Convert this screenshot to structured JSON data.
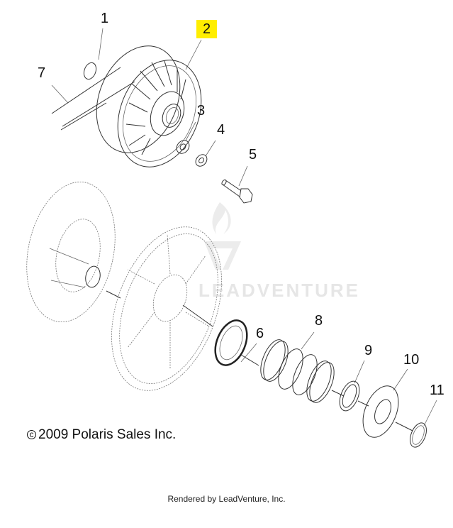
{
  "diagram": {
    "callouts": [
      "1",
      "2",
      "3",
      "4",
      "5",
      "6",
      "7",
      "8",
      "9",
      "10",
      "11"
    ],
    "highlighted_callout": "2",
    "highlight_color": "#ffee00"
  },
  "watermark": "LEADVENTURE",
  "copyright": {
    "symbol": "c",
    "text": "2009 Polaris Sales Inc."
  },
  "footer": "Rendered by LeadVenture, Inc."
}
